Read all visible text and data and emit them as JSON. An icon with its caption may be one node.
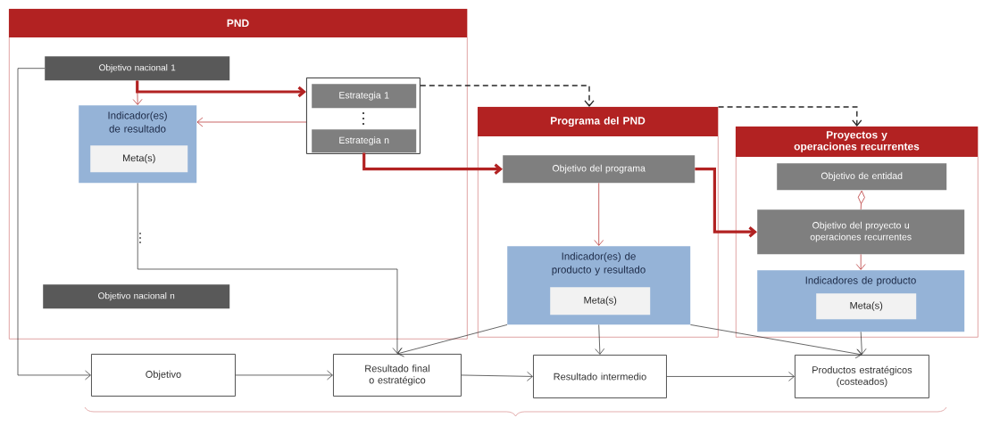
{
  "diagram": {
    "nodes": [
      {
        "text": [
          "PND"
        ]
      },
      {
        "text": [
          "Objetivo nacional 1"
        ],
        "in": 0
      },
      {
        "text": [
          "Indicador(es) de resultado"
        ],
        "in": 0
      },
      {
        "text": [
          "Meta(s)"
        ],
        "in": 2
      },
      {
        "text": [],
        "shape": "box",
        "in": 0
      },
      {
        "text": [
          "Estrategia 1"
        ],
        "in": 4
      },
      {
        "text": [
          "Estrategia n"
        ],
        "in": 4
      },
      {
        "text": [
          "Objetivo nacional n"
        ],
        "in": 0
      },
      {
        "text": [
          "Programa del PND"
        ]
      },
      {
        "text": [
          "Objetivo del programa"
        ],
        "in": 8
      },
      {
        "text": [
          "Indicador(es) de producto y resultado"
        ],
        "in": 8
      },
      {
        "text": [
          "Meta(s)"
        ],
        "in": 10
      },
      {
        "text": [
          "Proyectos y operaciones recurrentes"
        ]
      },
      {
        "text": [
          "Objetivo de entidad"
        ],
        "in": 12
      },
      {
        "text": [
          "Objetivo del proyecto u operaciones recurrentes"
        ],
        "in": 12
      },
      {
        "text": [
          "Indicadores de producto"
        ],
        "in": 12
      },
      {
        "text": [
          "Meta(s)"
        ],
        "in": 15
      },
      {
        "text": [
          "Objetivo"
        ]
      },
      {
        "text": [
          "Resultado final o estratégico"
        ]
      },
      {
        "text": [
          "Resultado intermedio"
        ]
      },
      {
        "text": [
          "Productos estratégicos (costeados)"
        ]
      }
    ],
    "edges": [
      {
        "from": 1,
        "to": 2,
        "arrow": "to",
        "color": "#b22222"
      },
      {
        "from": 1,
        "to": 4,
        "arrow": "to",
        "style": "thick",
        "color": "#b22222"
      },
      {
        "from": 4,
        "to": 2,
        "arrow": "to",
        "color": "#b22222"
      },
      {
        "from": 4,
        "to": 8,
        "arrow": "to",
        "style": "dashed"
      },
      {
        "from": 8,
        "to": 12,
        "arrow": "to",
        "style": "dashed"
      },
      {
        "from": 6,
        "to": 9,
        "arrow": "to",
        "style": "thick",
        "color": "#b22222"
      },
      {
        "from": 9,
        "to": 10,
        "arrow": "to",
        "color": "#b22222"
      },
      {
        "from": 9,
        "to": 14,
        "arrow": "to",
        "style": "thick",
        "color": "#b22222"
      },
      {
        "from": 13,
        "to": 14,
        "arrow": "other",
        "color": "#b22222"
      },
      {
        "from": 14,
        "to": 15,
        "arrow": "to",
        "color": "#b22222"
      },
      {
        "from": 2,
        "to": 18,
        "arrow": "to"
      },
      {
        "from": 1,
        "to": 17,
        "arrow": "to"
      },
      {
        "from": 17,
        "to": 18,
        "arrow": "to"
      },
      {
        "from": 18,
        "to": 19,
        "arrow": "to"
      },
      {
        "from": 19,
        "to": 20,
        "arrow": "to"
      },
      {
        "from": 10,
        "to": 18,
        "arrow": "to"
      },
      {
        "from": 10,
        "to": 19,
        "arrow": "to"
      },
      {
        "from": 10,
        "to": 20,
        "arrow": "to"
      },
      {
        "from": 15,
        "to": 20,
        "arrow": "to"
      }
    ]
  }
}
